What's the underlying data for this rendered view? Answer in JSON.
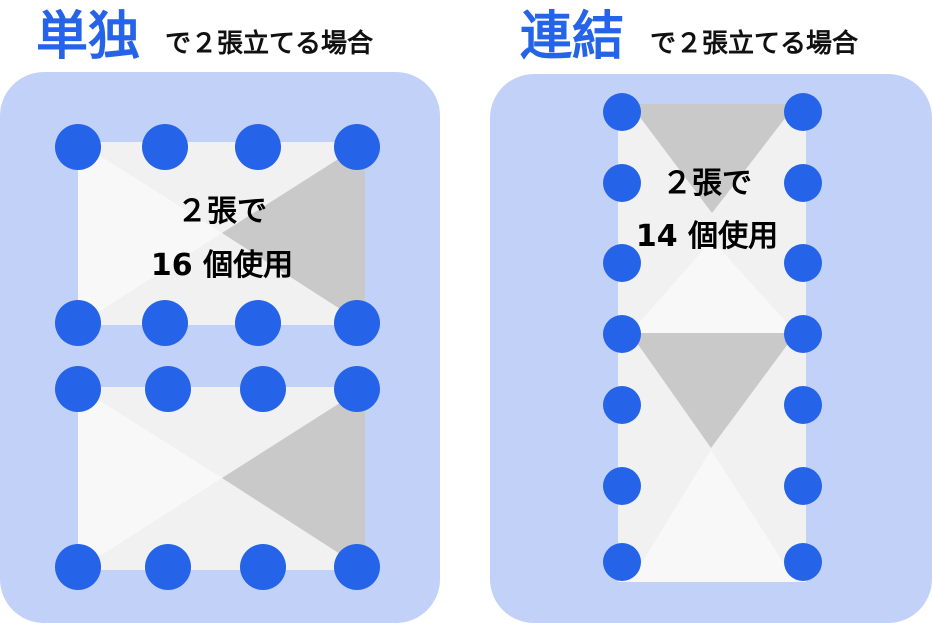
{
  "left": {
    "title_main": "単独",
    "title_sub": "で２張立てる場合",
    "label_line1": "２張で",
    "label_line2": "16 個使用",
    "dot_count": 16
  },
  "right": {
    "title_main": "連結",
    "title_sub": "で２張立てる場合",
    "label_line1": "２張で",
    "label_line2": "14 個使用",
    "dot_count": 14
  },
  "colors": {
    "accent": "#2563e8",
    "panel": "#c2d1f7",
    "sheet_light": "#f8f8f8",
    "sheet_mid": "#f1f1f1",
    "sheet_dark": "#cac9ca"
  }
}
